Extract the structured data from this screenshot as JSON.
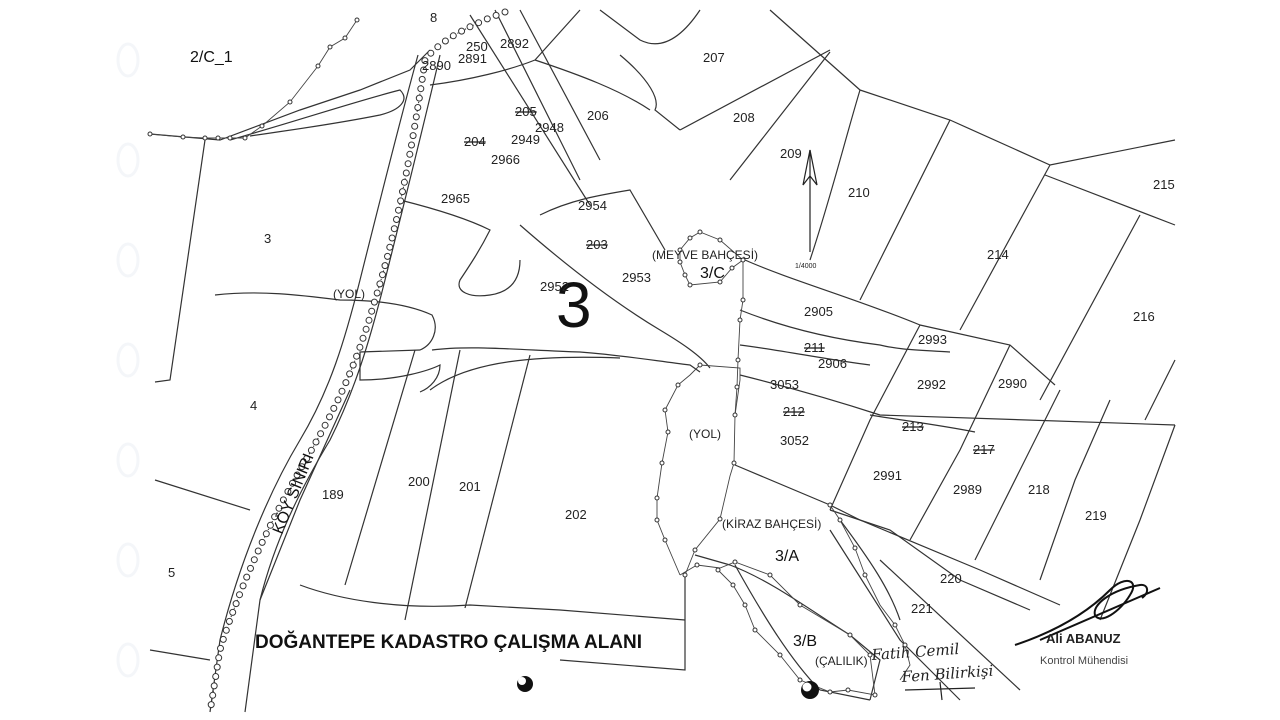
{
  "map": {
    "area_title": "DOĞANTEPE KADASTRO ÇALIŞMA ALANI",
    "boundary_label": "KÖY SINIRI",
    "big_zone": "3",
    "zones": {
      "z2c1": "2/C_1",
      "z3": "3",
      "z4": "4",
      "z5": "5",
      "z3c": "3/C",
      "z3a": "3/A",
      "z3b": "3/B",
      "top8": "8"
    },
    "areas": {
      "yol1": "(YOL)",
      "yol2": "(YOL)",
      "meyve": "(MEYVE BAHÇESİ)",
      "kiraz": "(KİRAZ BAHÇESİ)",
      "calilik": "(ÇALILIK)"
    },
    "parcels": {
      "p2890": "2890",
      "p2891": "2891",
      "p2892": "2892",
      "p250": "250",
      "p207": "207",
      "p206": "206",
      "p205": "205",
      "p2948": "2948",
      "p2949": "2949",
      "p204": "204",
      "p2966": "2966",
      "p208": "208",
      "p209": "209",
      "p210": "210",
      "p215": "215",
      "p2965": "2965",
      "p2954": "2954",
      "p203": "203",
      "p2953": "2953",
      "p2952": "2952",
      "p214": "214",
      "p216": "216",
      "p2905": "2905",
      "p2993": "2993",
      "p211": "211",
      "p2906": "2906",
      "p3053": "3053",
      "p2992": "2992",
      "p2990": "2990",
      "p212": "212",
      "p213": "213",
      "p3052": "3052",
      "p217": "217",
      "p2991": "2991",
      "p2989": "2989",
      "p218": "218",
      "p219": "219",
      "p189": "189",
      "p200": "200",
      "p201": "201",
      "p202": "202",
      "p220": "220",
      "p221": "221"
    },
    "north_arrow_label": "1/4000",
    "signature": {
      "name": "Ali ABANUZ",
      "title": "Kontrol Mühendisi",
      "handwritten_1": "Fatih Cemil",
      "handwritten_2": "Fen Bilirkişi"
    }
  }
}
